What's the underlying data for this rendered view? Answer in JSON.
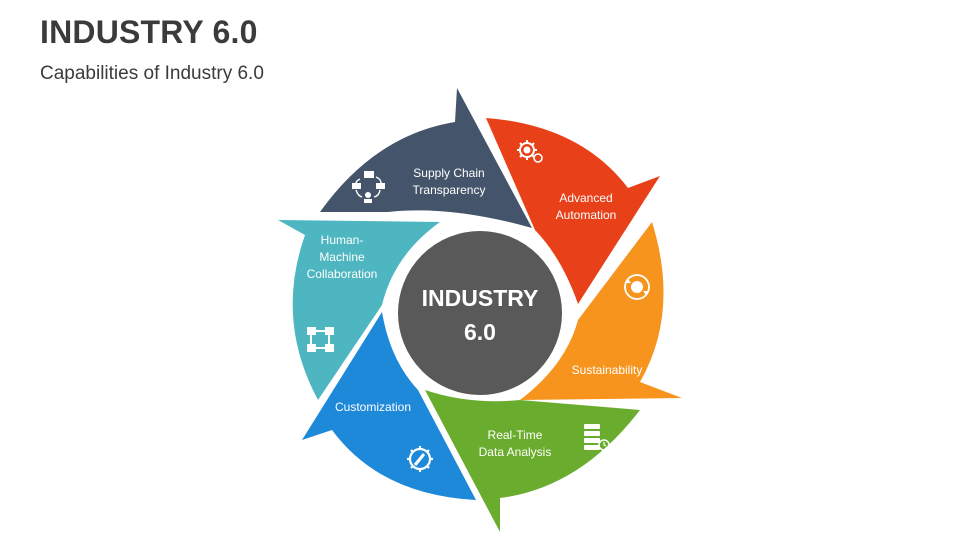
{
  "title": "INDUSTRY 6.0",
  "subtitle": "Capabilities of Industry 6.0",
  "center": {
    "line1": "INDUSTRY",
    "line2": "6.0",
    "color": "#595959"
  },
  "segments": [
    {
      "line1": "Supply Chain",
      "line2": "Transparency",
      "line3": "",
      "color": "#44546a",
      "icon": "supply-chain-icon"
    },
    {
      "line1": "Advanced",
      "line2": "Automation",
      "line3": "",
      "color": "#e8411a",
      "icon": "gears-icon"
    },
    {
      "line1": "Sustainability",
      "line2": "",
      "line3": "",
      "color": "#f7941d",
      "icon": "recycle-globe-icon"
    },
    {
      "line1": "Real-Time",
      "line2": "Data Analysis",
      "line3": "",
      "color": "#6aac2d",
      "icon": "server-data-icon"
    },
    {
      "line1": "Customization",
      "line2": "",
      "line3": "",
      "color": "#1e88d9",
      "icon": "wrench-gear-icon"
    },
    {
      "line1": "Human-",
      "line2": "Machine",
      "line3": "Collaboration",
      "color": "#4db6c0",
      "icon": "collaboration-icon"
    }
  ]
}
